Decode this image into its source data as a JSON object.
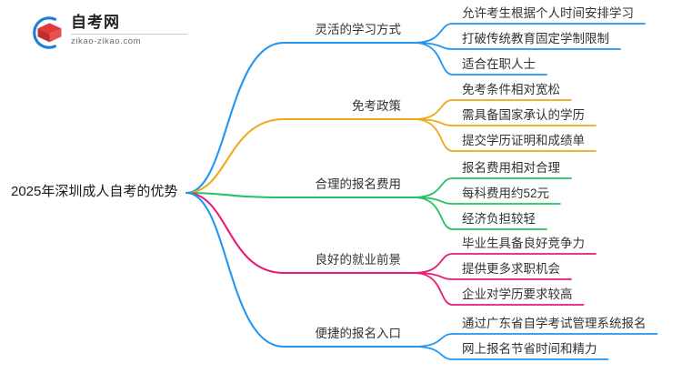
{
  "logo": {
    "title": "自考网",
    "subtitle": "zikao-zikao.com",
    "mark_icon": "graduation-cap-logo-icon",
    "arc_color": "#1b7fd4",
    "cap_color": "#e03a3a",
    "cap_shadow_color": "#b32626"
  },
  "mindmap": {
    "root": {
      "label": "2025年深圳成人自考的优势"
    },
    "branches": [
      {
        "label": "灵活的学习方式",
        "color": "#2196f3",
        "children": [
          "允许考生根据个人时间安排学习",
          "打破传统教育固定学制限制",
          "适合在职人士"
        ]
      },
      {
        "label": "免考政策",
        "color": "#f0a81e",
        "children": [
          "免考条件相对宽松",
          "需具备国家承认的学历",
          "提交学历证明和成绩单"
        ]
      },
      {
        "label": "合理的报名费用",
        "color": "#23c362",
        "children": [
          "报名费用相对合理",
          "每科费用约52元",
          "经济负担较轻"
        ]
      },
      {
        "label": "良好的就业前景",
        "color": "#ea1a78",
        "children": [
          "毕业生具备良好竞争力",
          "提供更多求职机会",
          "企业对学历要求较高"
        ]
      },
      {
        "label": "便捷的报名入口",
        "color": "#2196f3",
        "children": [
          "通过广东省自学考试管理系统报名",
          "网上报名节省时间和精力"
        ]
      }
    ]
  }
}
